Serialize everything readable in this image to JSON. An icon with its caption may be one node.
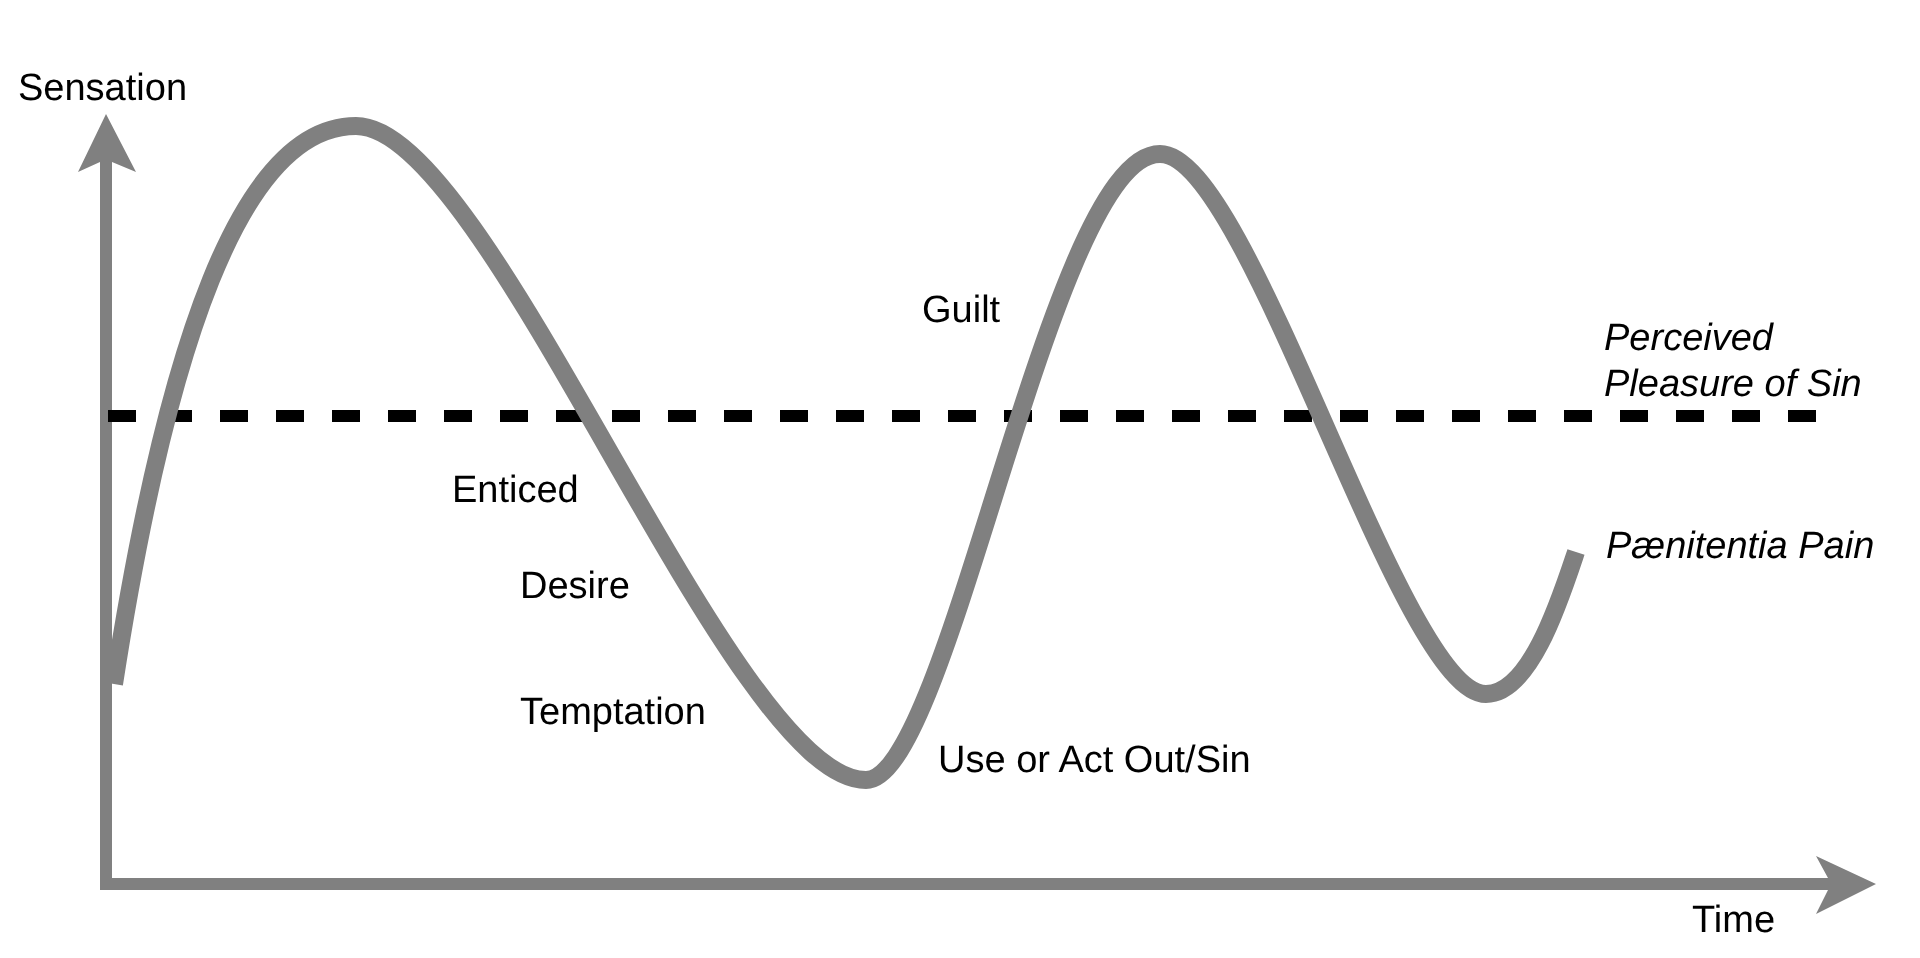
{
  "diagram": {
    "labels": [
      "Sensation",
      "Guilt",
      "Perceived Pleasure of Sin",
      "Enticed",
      "Pænitentia Pain",
      "Desire",
      "Temptation",
      "Use or Act Out/Sin",
      "Time"
    ]
  }
}
